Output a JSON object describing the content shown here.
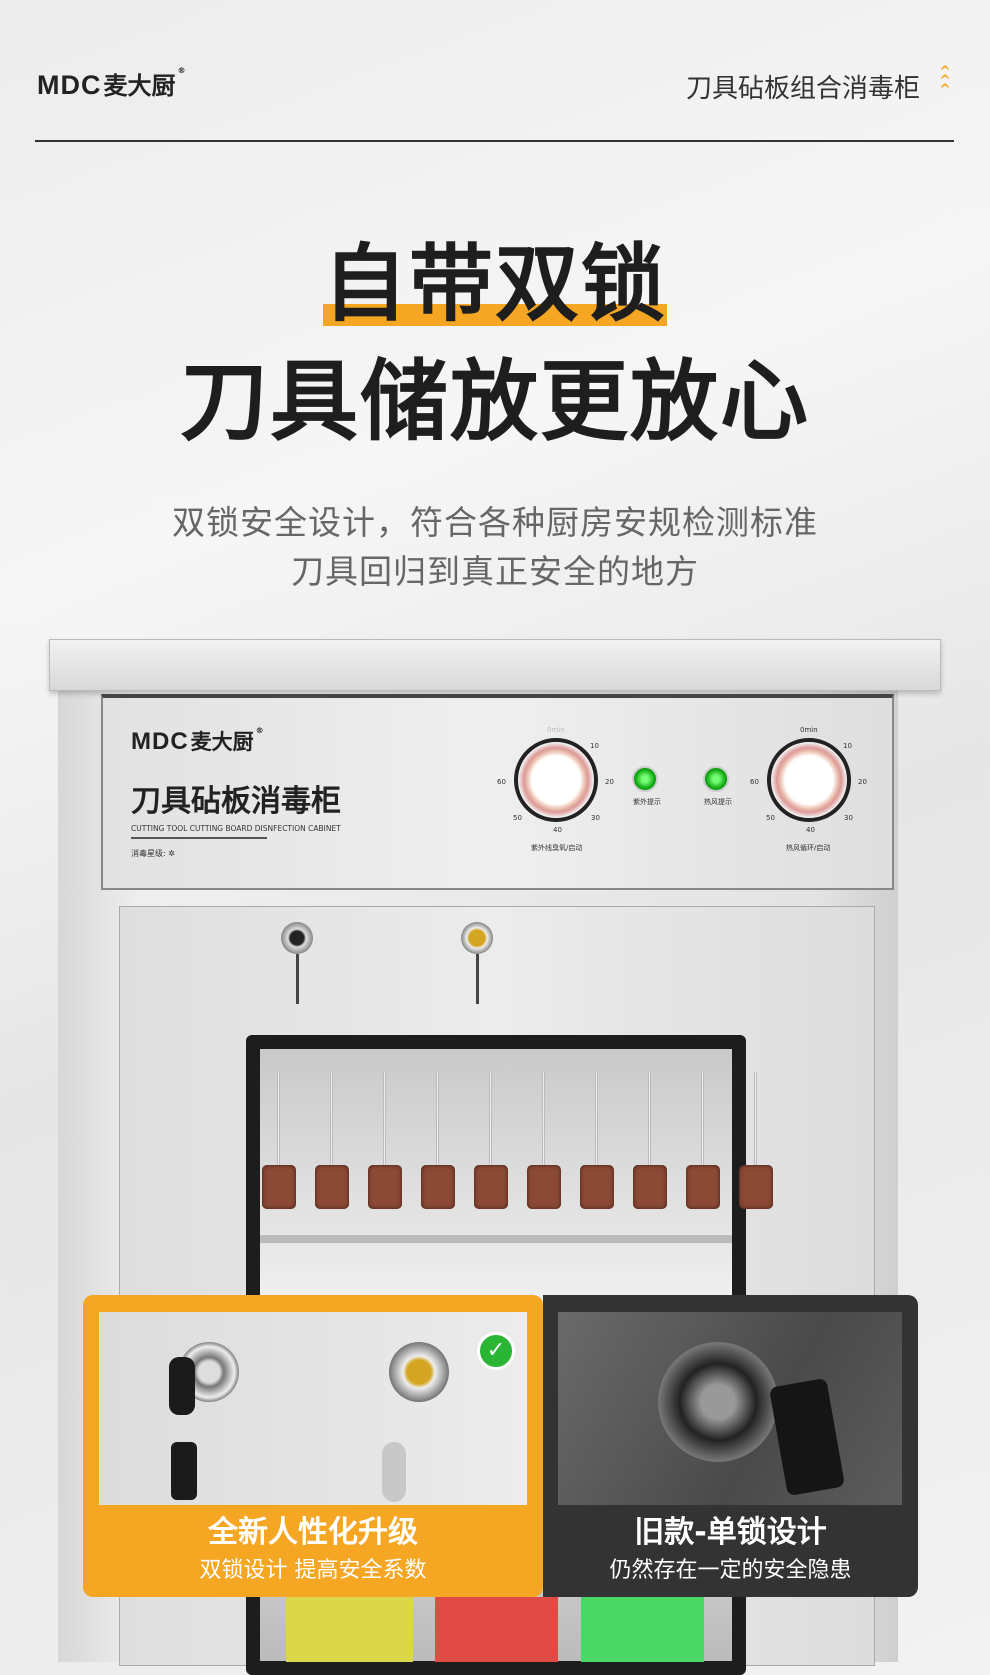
{
  "header": {
    "logo_en": "MDC",
    "logo_cn": "麦大厨",
    "logo_reg": "®",
    "title": "刀具砧板组合消毒柜",
    "chevron_icon": "triple-chevron-up-icon"
  },
  "hero": {
    "headline1": "自带双锁",
    "headline2": "刀具储放更放心",
    "subtitle1": "双锁安全设计，符合各种厨房安规检测标准",
    "subtitle2": "刀具回归到真正安全的地方"
  },
  "panel": {
    "logo_en": "MDC",
    "logo_cn": "麦大厨",
    "logo_reg": "®",
    "product_name": "刀具砧板消毒柜",
    "product_name_en": "CUTTING TOOL CUTTING BOARD DISNFECTION CABINET",
    "rating": "消毒星级: ✲",
    "dial_ticks": [
      "0min",
      "10",
      "20",
      "30",
      "40",
      "50",
      "60"
    ],
    "led1_label": "紫外提示",
    "led2_label": "热风提示",
    "dial1_label": "紫外线臭氧/启动",
    "dial2_label": "热风循环/启动"
  },
  "cards": [
    {
      "title": "全新人性化升级",
      "subtitle": "双锁设计 提高安全系数",
      "check_icon": "check-circle-icon"
    },
    {
      "title": "旧款-单锁设计",
      "subtitle": "仍然存在一定的安全隐患"
    }
  ],
  "colors": {
    "accent": "#f5a623",
    "dark": "#333333",
    "check": "#2bb534"
  }
}
